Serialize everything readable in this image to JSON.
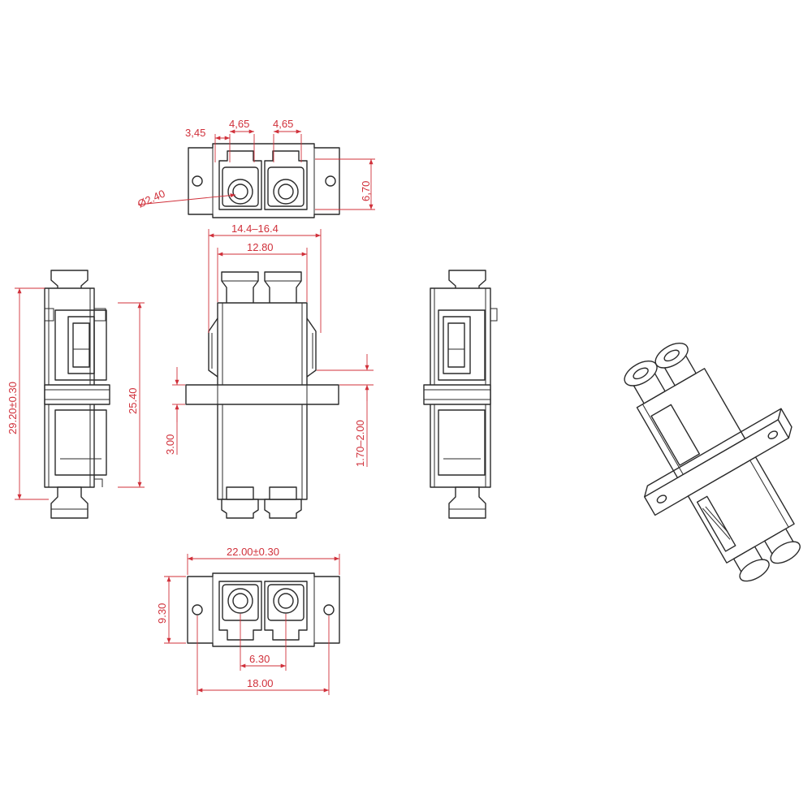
{
  "colors": {
    "dimension": "#d0303a",
    "outline": "#2a2a2a",
    "background": "#ffffff"
  },
  "dimensions": {
    "top_a": "3,45",
    "top_b": "4,65",
    "top_c": "4,65",
    "top_diameter": "Ø2.40",
    "top_height": "6,70",
    "front_outer_width": "14.4–16.4",
    "front_inner_width": "12.80",
    "front_flange": "3.00",
    "front_clip": "1.70–2.00",
    "side_total": "29.20±0.30",
    "side_body": "25.40",
    "bottom_total": "22.00±0.30",
    "bottom_height": "9.30",
    "bottom_pitch": "6.30",
    "bottom_holes": "18.00"
  }
}
